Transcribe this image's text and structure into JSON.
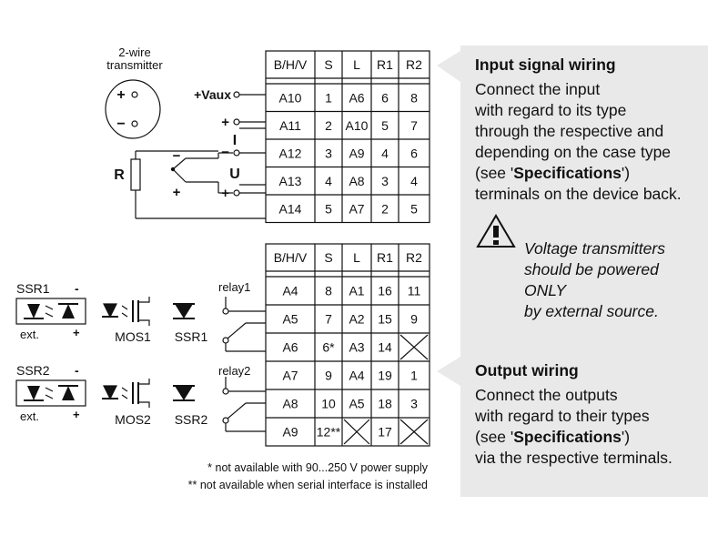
{
  "input_table": {
    "headers": [
      "B/H/V",
      "S",
      "L",
      "R1",
      "R2"
    ],
    "rows": [
      [
        "A10",
        "1",
        "A6",
        "6",
        "8"
      ],
      [
        "A11",
        "2",
        "A10",
        "5",
        "7"
      ],
      [
        "A12",
        "3",
        "A9",
        "4",
        "6"
      ],
      [
        "A13",
        "4",
        "A8",
        "3",
        "4"
      ],
      [
        "A14",
        "5",
        "A7",
        "2",
        "5"
      ]
    ]
  },
  "output_table": {
    "headers": [
      "B/H/V",
      "S",
      "L",
      "R1",
      "R2"
    ],
    "rows": [
      [
        "A4",
        "8",
        "A1",
        "16",
        "11"
      ],
      [
        "A5",
        "7",
        "A2",
        "15",
        "9"
      ],
      [
        "A6",
        "6*",
        "A3",
        "14",
        ""
      ],
      [
        "A7",
        "9",
        "A4",
        "19",
        "1"
      ],
      [
        "A8",
        "10",
        "A5",
        "18",
        "3"
      ],
      [
        "A9",
        "12**",
        "",
        "17",
        ""
      ]
    ],
    "crossed_cells_note": "empty cells are crossed out"
  },
  "input_labels": {
    "transmitter_line1": "2-wire",
    "transmitter_line2": "transmitter",
    "plus": "+",
    "minus": "−",
    "vaux": "+Vaux",
    "current_symbol": "I",
    "voltage_symbol": "U",
    "resistor_symbol": "R",
    "i_plus": "+",
    "i_minus": "−",
    "u_plus": "+"
  },
  "output_labels": {
    "ssr1_label": "SSR1",
    "ssr1_minus": "-",
    "ssr1_plus": "+",
    "ssr1_ext": "ext.",
    "mos1": "MOS1",
    "ssr1_int": "SSR1",
    "relay1": "relay1",
    "ssr2_label": "SSR2",
    "ssr2_minus": "-",
    "ssr2_plus": "+",
    "ssr2_ext": "ext.",
    "mos2": "MOS2",
    "ssr2_int": "SSR2",
    "relay2": "relay2"
  },
  "footnotes": {
    "note1": "* not available with 90...250 V power supply",
    "note2": "** not available when serial interface is installed"
  },
  "panel": {
    "input_title": "Input signal wiring",
    "input_lines": [
      "Connect the input",
      "with regard to its type",
      "through the respective and",
      "depending on the case type"
    ],
    "input_spec_pre": "(see '",
    "input_spec_bold": "Specifications",
    "input_spec_post": "')",
    "input_last": "terminals on the device back.",
    "warning_lines": [
      "Voltage transmitters",
      "should be powered",
      "ONLY",
      "by external source."
    ],
    "output_title": "Output wiring",
    "output_lines": [
      "Connect the outputs",
      "with regard to their types"
    ],
    "output_spec_pre": "(see '",
    "output_spec_bold": "Specifications",
    "output_spec_post": "')",
    "output_last": "via the respective terminals."
  }
}
